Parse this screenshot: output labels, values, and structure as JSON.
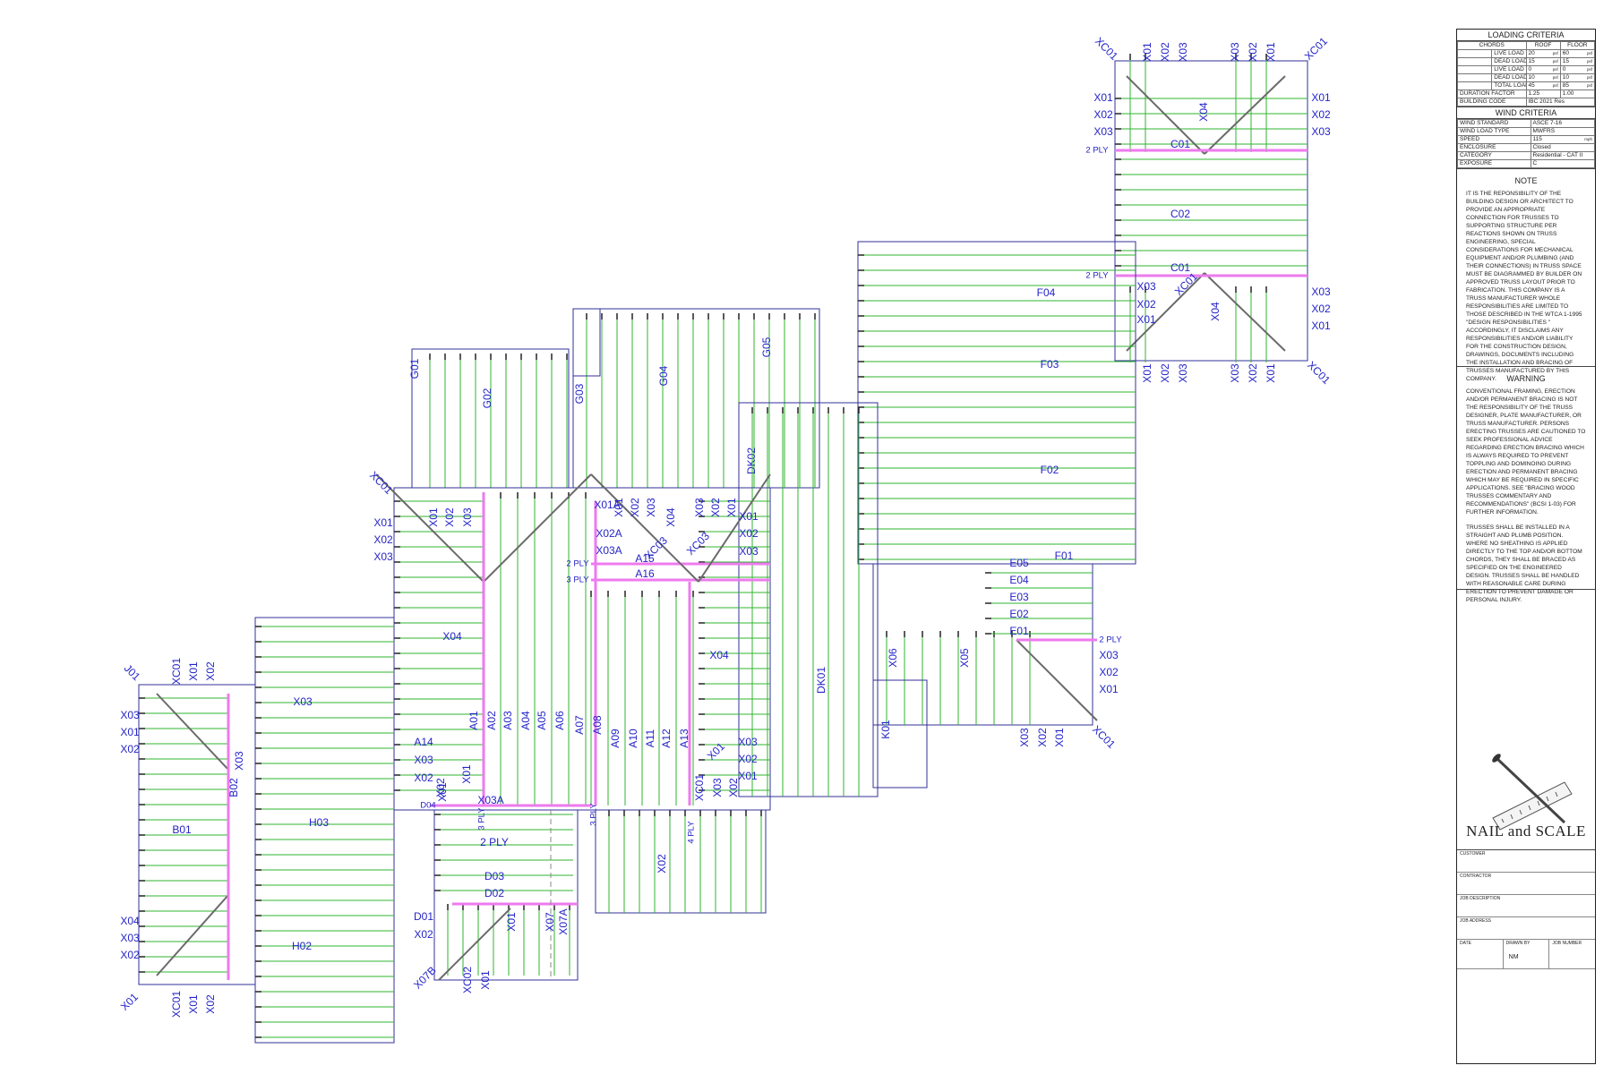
{
  "colors": {
    "framing": "#2fb52f",
    "outline": "#30309a",
    "girder": "#ee7aee",
    "hip": "#6a6a6a",
    "label": "#2424c8"
  },
  "plan_labels": [
    "XC01",
    "X01",
    "X02",
    "X03",
    "X03",
    "X02",
    "X01",
    "XC01",
    "X01",
    "X02",
    "X03",
    "X01",
    "X02",
    "X03",
    "C01",
    "C02",
    "C01",
    "XC01",
    "X03",
    "X02",
    "X01",
    "X04",
    "X03",
    "X02",
    "X01",
    "X04",
    "X01",
    "X02",
    "X03",
    "X03",
    "X02",
    "X01",
    "XC01",
    "2 PLY",
    "2 PLY",
    "F04",
    "F03",
    "F02",
    "F01",
    "E05",
    "E04",
    "E03",
    "E02",
    "E01",
    "2 PLY",
    "X03",
    "X02",
    "X01",
    "X06",
    "X05",
    "X03",
    "X02",
    "X01",
    "XC01",
    "K01",
    "G01",
    "G02",
    "G03",
    "G04",
    "G05",
    "DK02",
    "DK01",
    "XC01",
    "X01",
    "X02",
    "X03",
    "X01",
    "X02",
    "X03",
    "X04",
    "X01A",
    "X01",
    "X02",
    "X03",
    "X04",
    "X03",
    "X02",
    "X01",
    "X01",
    "X02",
    "X03",
    "X02A",
    "X03A",
    "XC03",
    "XC03",
    "A15",
    "A16",
    "2 PLY",
    "3 PLY",
    "X04",
    "A01",
    "A02",
    "A03",
    "A04",
    "A05",
    "A06",
    "A07",
    "A08",
    "A09",
    "A10",
    "A11",
    "A12",
    "A13",
    "A14",
    "X03",
    "X02",
    "X01",
    "X03",
    "X02",
    "X01",
    "XC01",
    "X03",
    "X02",
    "X01",
    "X02",
    "X01",
    "X03A",
    "D04",
    "3 PLY",
    "3 PLY",
    "4 PLY",
    "2 PLY",
    "D03",
    "D02",
    "D01",
    "X02",
    "X01",
    "X07",
    "X07A",
    "X07B",
    "XC02",
    "X01",
    "X02",
    "J01",
    "XC01",
    "X01",
    "X02",
    "X03",
    "X01",
    "X02",
    "X03",
    "B02",
    "B01",
    "X04",
    "X03",
    "X02",
    "X01",
    "XC01",
    "X01",
    "X02",
    "X03",
    "H03",
    "H02",
    "H01"
  ],
  "title_block": {
    "loading": {
      "title": "LOADING CRITERIA",
      "headers": [
        "CHORDS",
        "ROOF",
        "FLOOR"
      ],
      "rows": [
        {
          "label": "LIVE LOAD",
          "roof": "20",
          "floor": "60",
          "unit": "psf"
        },
        {
          "label": "DEAD LOAD",
          "roof": "15",
          "floor": "15",
          "unit": "psf"
        },
        {
          "label": "LIVE LOAD",
          "roof": "0",
          "floor": "0",
          "unit": "psf"
        },
        {
          "label": "DEAD LOAD",
          "roof": "10",
          "floor": "10",
          "unit": "psf"
        },
        {
          "label": "TOTAL LOAD",
          "roof": "45",
          "floor": "85",
          "unit": "psf"
        }
      ],
      "duration_label": "DURATION FACTOR",
      "duration_roof": "1.25",
      "duration_floor": "1.00",
      "code_label": "BUILDING CODE",
      "code_value": "IBC 2021 Res"
    },
    "wind": {
      "title": "WIND CRITERIA",
      "rows": [
        {
          "label": "WIND STANDARD",
          "value": "ASCE 7-16",
          "unit": ""
        },
        {
          "label": "WIND LOAD TYPE",
          "value": "MWFRS",
          "unit": ""
        },
        {
          "label": "SPEED",
          "value": "115",
          "unit": "mph"
        },
        {
          "label": "ENCLOSURE",
          "value": "Closed",
          "unit": ""
        },
        {
          "label": "CATEGORY",
          "value": "Residential - CAT II",
          "unit": ""
        },
        {
          "label": "EXPOSURE",
          "value": "C",
          "unit": ""
        }
      ]
    },
    "note": {
      "title": "NOTE",
      "text": "IT IS THE REPONSIBILITY OF THE BUILDING DESIGN OR ARCHITECT TO PROVIDE AN APPROPRIATE CONNECTION FOR TRUSSES TO SUPPORTING STRUCTURE PER REACTIONS SHOWN ON TRUSS ENGINEERING, SPECIAL CONSIDERATIONS FOR MECHANICAL EQUIPMENT AND/OR PLUMBING (AND THEIR CONNECTIONS) IN TRUSS SPACE MUST BE DIAGRAMMED BY BUILDER ON APPROVED TRUSS LAYOUT PRIOR TO FABRICATION. THIS COMPANY IS A TRUSS MANUFACTURER WHOLE RESPONSIBILITIES ARE LIMITED TO THOSE DESCRIBED IN THE WTCA 1-1995 \"DESIGN RESPONSIBILITIES \" ACCORDINGLY, IT DISCLAIMS ANY RESPONSIBILITIES AND/OR LIABILITY FOR THE CONSTRUCTION DESIGN, DRAWINGS, DOCUMENTS INCLUDING THE INSTALLATION AND BRACING OF TRUSSES MANUFACTURED BY THIS COMPANY."
    },
    "warning": {
      "title": "WARNING",
      "text1": "CONVENTIONAL FRAMING, ERECTION AND/OR PERMANENT BRACING IS NOT THE RESPONSIBILITY OF THE TRUSS DESIGNER, PLATE MANUFACTURER, OR TRUSS MANUFACTURER. PERSONS ERECTING TRUSSES ARE CAUTIONED TO SEEK PROFESSIONAL ADVICE REGARDING ERECTION BRACING WHICH IS ALWAYS REQUIRED TO PREVENT TOPPLING AND DOMINOING DURING ERECTION AND PERMANENT BRACING WHICH MAY BE REQUIRED IN SPECIFIC APPLICATIONS. SEE \"BRACING WOOD TRUSSES COMMENTARY AND RECOMMENDATIONS\" (BCSI 1-03) FOR FURTHER INFORMATION.",
      "text2": "TRUSSES SHALL BE INSTALLED IN A STRAIGHT AND PLUMB POSITION. WHERE NO SHEATHING IS APPLIED DIRECTLY TO THE TOP AND/OR BOTTOM CHORDS, THEY SHALL BE BRACED AS SPECIFIED ON THE ENGINEERED DESIGN. TRUSSES SHALL BE HANDLED WITH REASONABLE CARE DURING ERECTION TO PREVENT DAMAGE OR PERSONAL INJURY."
    },
    "logo_text": "NAIL and SCALE",
    "job_fields": [
      "CUSTOMER",
      "CONTRACTOR",
      "JOB DESCRIPTION",
      "JOB ADDRESS"
    ],
    "bottom_fields": [
      {
        "label": "DATE",
        "value": ""
      },
      {
        "label": "DRAWN BY",
        "value": "NM"
      },
      {
        "label": "JOB NUMBER",
        "value": ""
      }
    ]
  }
}
